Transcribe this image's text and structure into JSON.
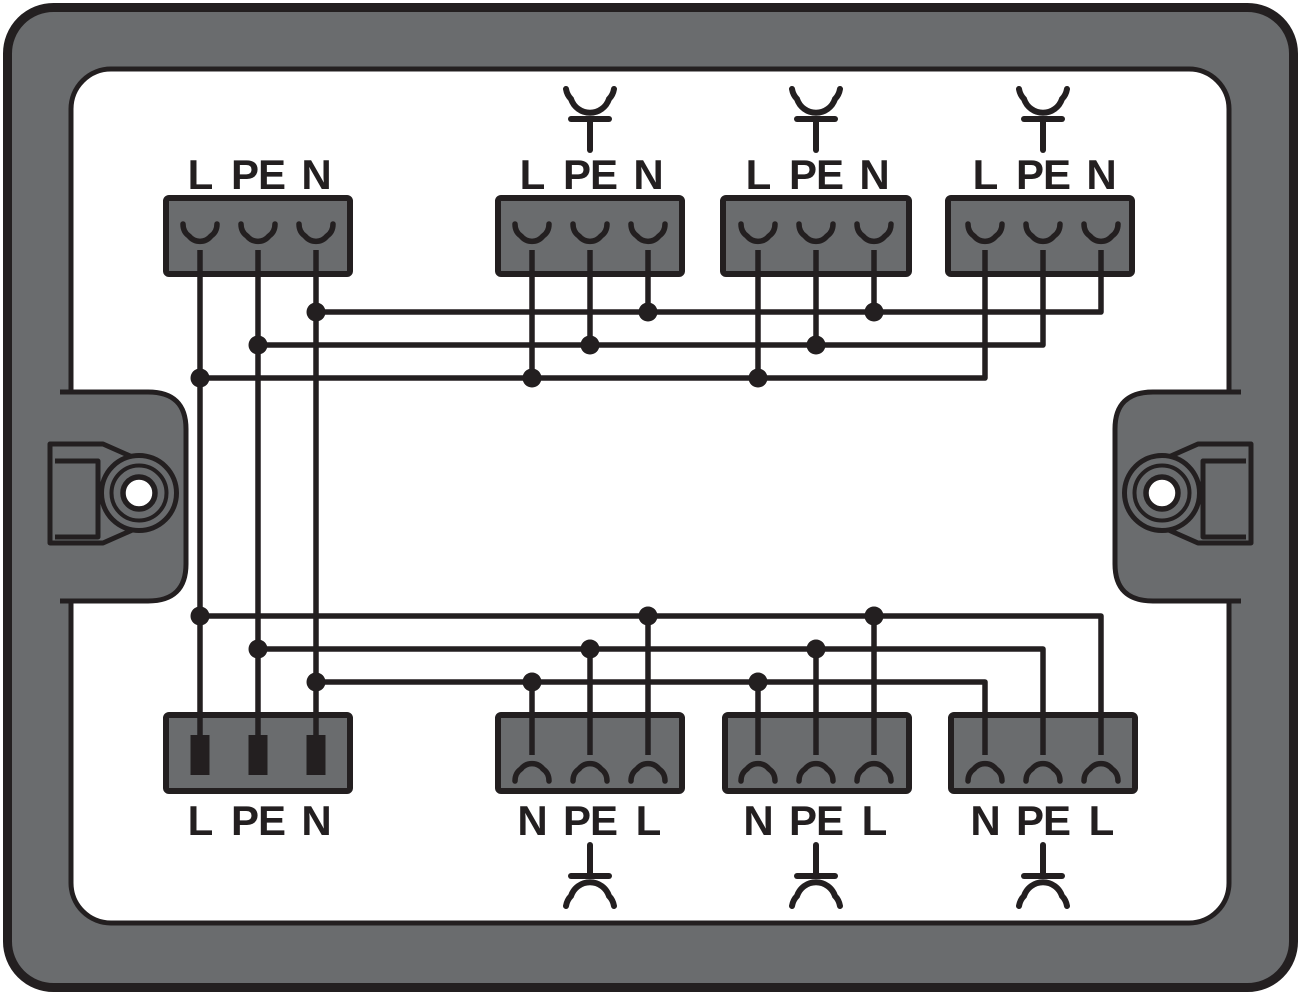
{
  "diagram": {
    "title": "Distribution box internal wiring diagram",
    "colors": {
      "frame_gray": "#6a6c6e",
      "line_black": "#231f20",
      "background_white": "#ffffff"
    },
    "icons": {
      "top_outlet_symbol": "luminaire-outlet-icon",
      "bottom_outlet_symbol": "luminaire-outlet-icon",
      "contact": "spring-clamp-contact-icon",
      "supply_pin": "plug-pin-icon",
      "mounting_hole": "screw-hole-icon"
    }
  },
  "blocks": {
    "top": [
      {
        "name": "feed-through-output",
        "labels": [
          "L",
          "PE",
          "N"
        ],
        "has_outlet_symbol": false
      },
      {
        "name": "outgoing-circuit-1",
        "labels": [
          "L",
          "PE",
          "N"
        ],
        "has_outlet_symbol": true
      },
      {
        "name": "outgoing-circuit-2",
        "labels": [
          "L",
          "PE",
          "N"
        ],
        "has_outlet_symbol": true
      },
      {
        "name": "outgoing-circuit-3",
        "labels": [
          "L",
          "PE",
          "N"
        ],
        "has_outlet_symbol": true
      }
    ],
    "bottom": [
      {
        "name": "supply-input",
        "labels": [
          "L",
          "PE",
          "N"
        ],
        "has_outlet_symbol": false
      },
      {
        "name": "outgoing-circuit-4",
        "labels": [
          "N",
          "PE",
          "L"
        ],
        "has_outlet_symbol": true
      },
      {
        "name": "outgoing-circuit-5",
        "labels": [
          "N",
          "PE",
          "L"
        ],
        "has_outlet_symbol": true
      },
      {
        "name": "outgoing-circuit-6",
        "labels": [
          "N",
          "PE",
          "L"
        ],
        "has_outlet_symbol": true
      }
    ]
  }
}
